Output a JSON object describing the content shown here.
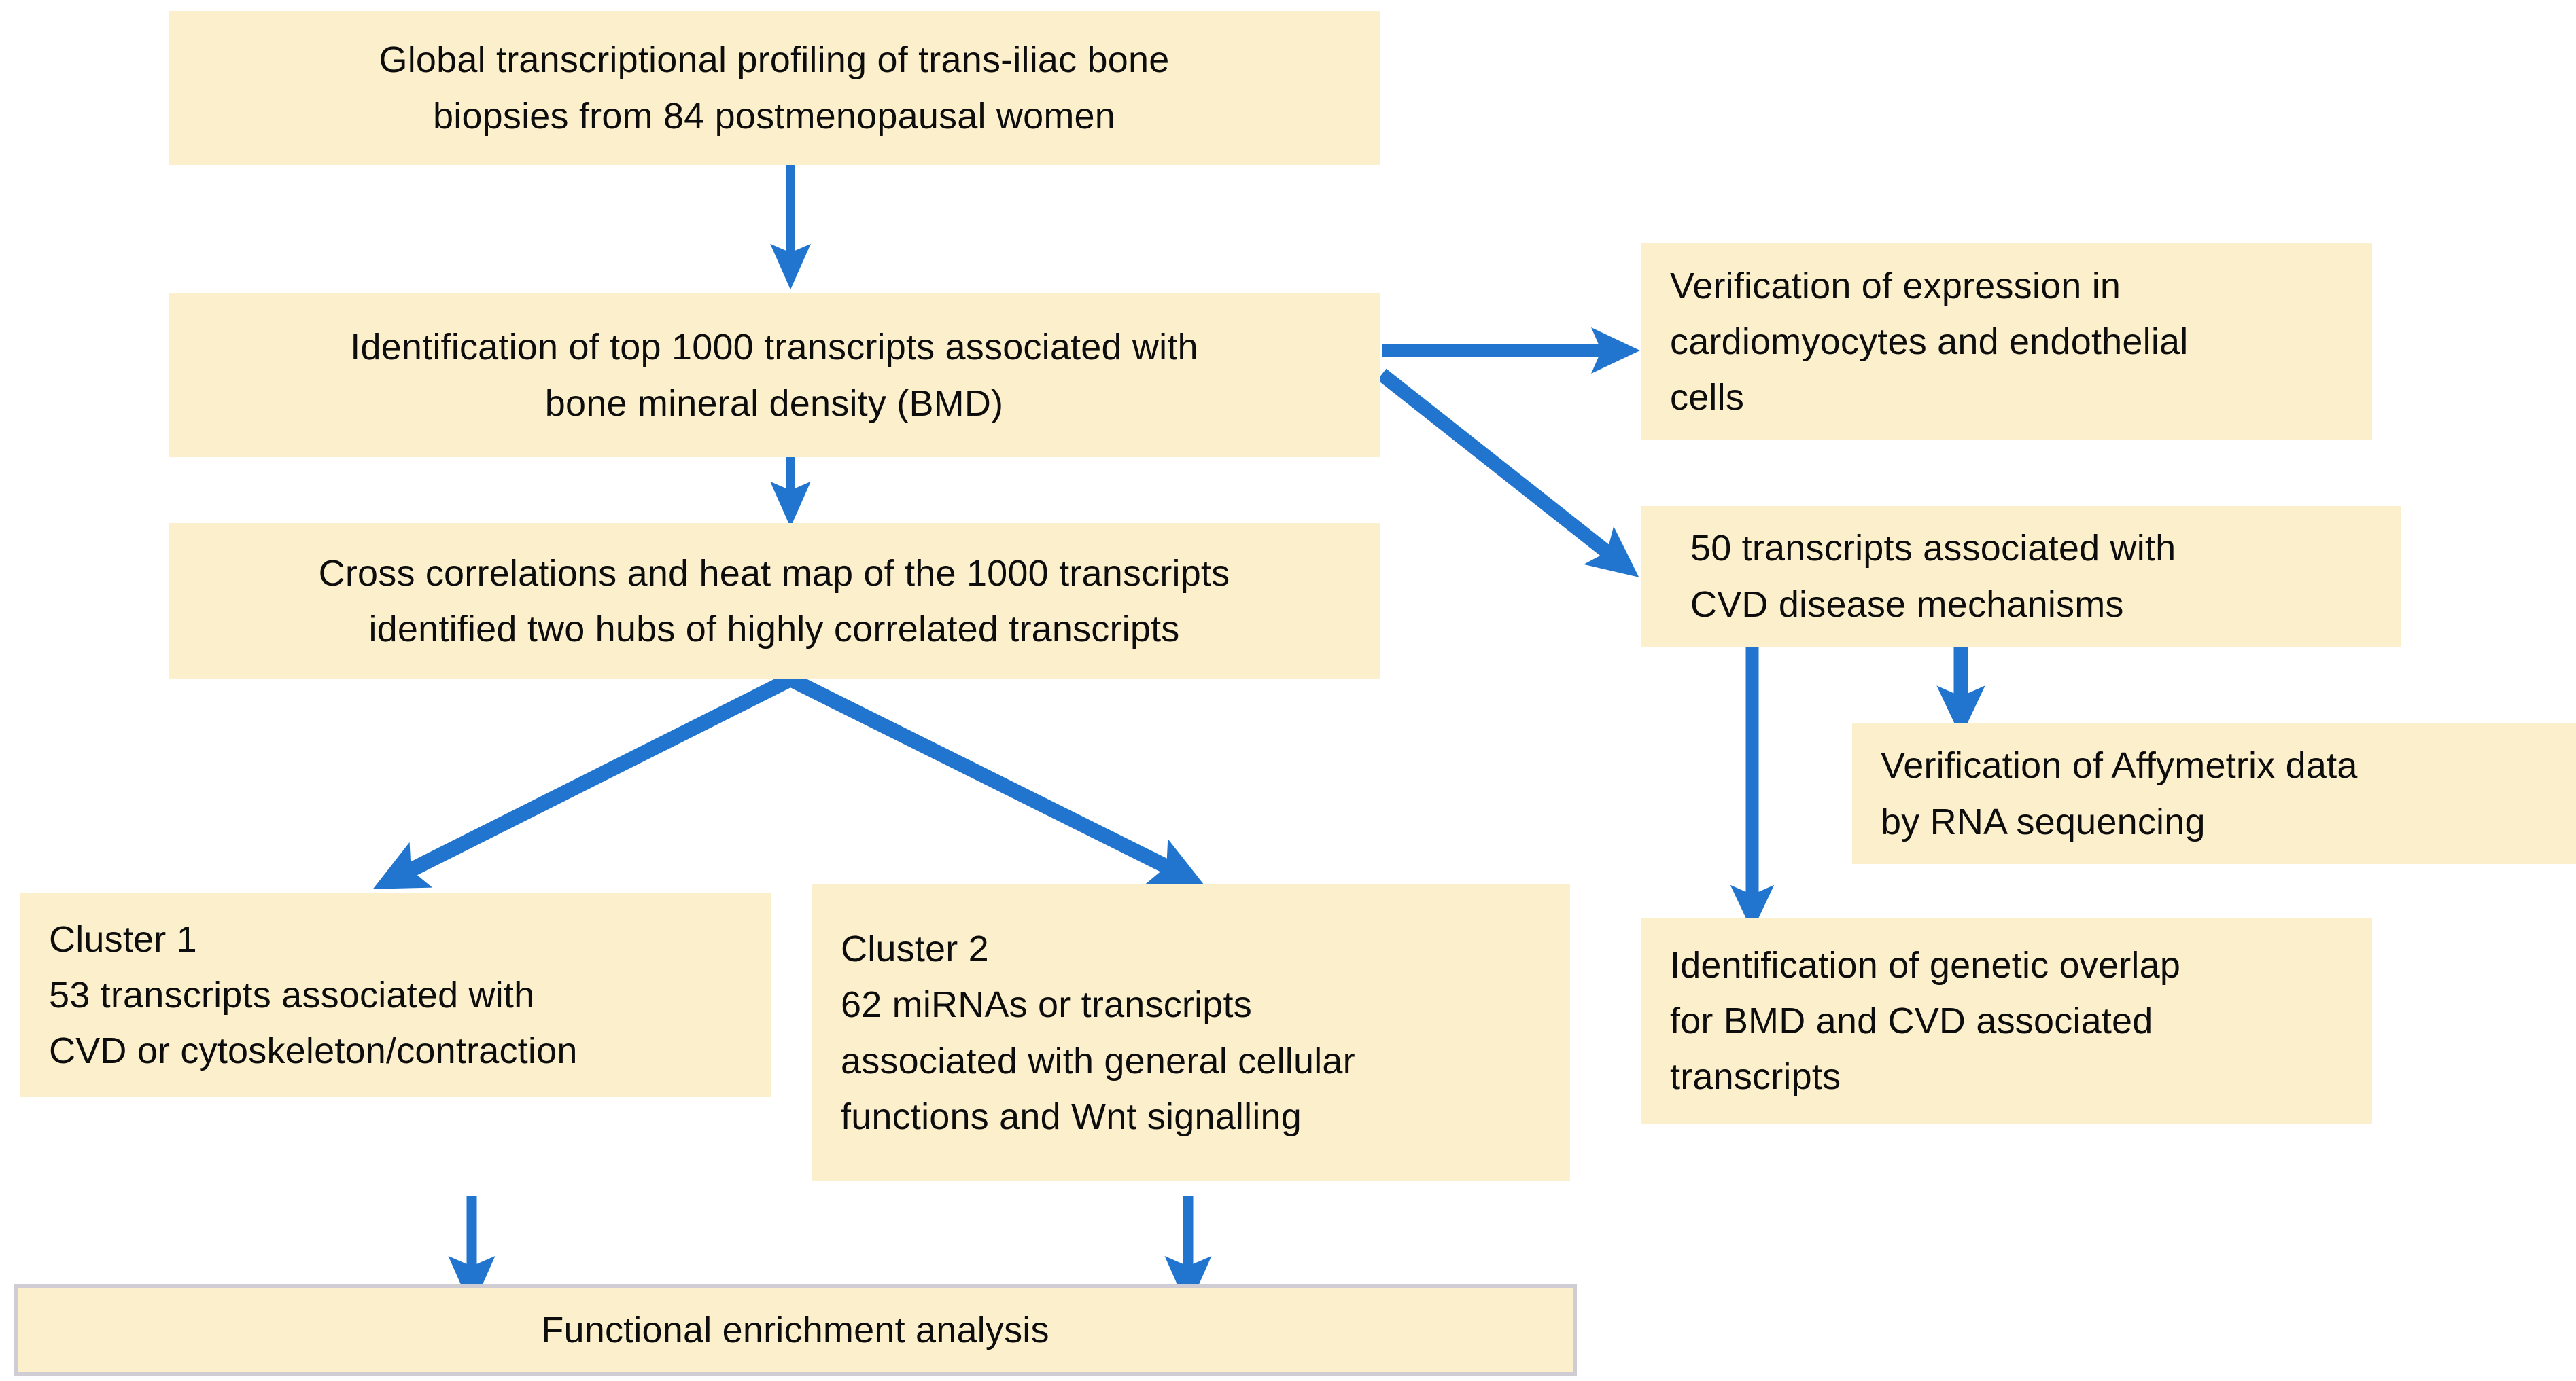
{
  "diagram": {
    "title": "Study workflow flowchart",
    "colors": {
      "node_fill": "#FCEFCB",
      "arrow": "#2175CE",
      "node_border_gray": "#CFCCD4",
      "text": "#0d0d0d",
      "background": "#FFFFFF"
    },
    "nodes": [
      {
        "id": "global-profiling",
        "lines": [
          "Global transcriptional profiling of trans-iliac bone",
          "biopsies from 84 postmenopausal women"
        ]
      },
      {
        "id": "identification-top-1000",
        "lines": [
          "Identification of top 1000 transcripts associated with",
          "bone mineral density (BMD)"
        ]
      },
      {
        "id": "cross-correlations",
        "lines": [
          "Cross correlations and heat map of the 1000 transcripts",
          "identified two hubs of highly correlated transcripts"
        ]
      },
      {
        "id": "verification-expression",
        "lines": [
          "Verification of expression in",
          "cardiomyocytes and endothelial",
          "cells"
        ]
      },
      {
        "id": "fifty-transcripts-cvd",
        "lines": [
          "50 transcripts associated with",
          "CVD disease mechanisms"
        ]
      },
      {
        "id": "verification-affymetrix",
        "lines": [
          "Verification of Affymetrix data",
          "by RNA sequencing"
        ]
      },
      {
        "id": "genetic-overlap",
        "lines": [
          "Identification of genetic overlap",
          "for BMD and CVD associated",
          "transcripts"
        ]
      },
      {
        "id": "cluster-1",
        "lines": [
          "Cluster 1",
          "53 transcripts associated with",
          "CVD or cytoskeleton/contraction"
        ]
      },
      {
        "id": "cluster-2",
        "lines": [
          "Cluster 2",
          "62 miRNAs or transcripts",
          "associated with general cellular",
          "functions and Wnt signalling"
        ]
      },
      {
        "id": "functional-enrichment",
        "lines": [
          "Functional enrichment analysis"
        ]
      }
    ],
    "edges": [
      {
        "id": "edge-profiling-to-identification",
        "from": "global-profiling",
        "to": "identification-top-1000",
        "style": "vertical-thin"
      },
      {
        "id": "edge-identification-to-cross",
        "from": "identification-top-1000",
        "to": "cross-correlations",
        "style": "vertical-thin"
      },
      {
        "id": "edge-identification-to-verification-expression",
        "from": "identification-top-1000",
        "to": "verification-expression",
        "style": "horizontal-thick"
      },
      {
        "id": "edge-identification-to-fifty-transcripts",
        "from": "identification-top-1000",
        "to": "fifty-transcripts-cvd",
        "style": "diagonal-thick"
      },
      {
        "id": "edge-cross-to-cluster-1",
        "from": "cross-correlations",
        "to": "cluster-1",
        "style": "diagonal-thick"
      },
      {
        "id": "edge-cross-to-cluster-2",
        "from": "cross-correlations",
        "to": "cluster-2",
        "style": "diagonal-thick"
      },
      {
        "id": "edge-fifty-to-affymetrix",
        "from": "fifty-transcripts-cvd",
        "to": "verification-affymetrix",
        "style": "vertical-thick"
      },
      {
        "id": "edge-fifty-to-genetic-overlap",
        "from": "fifty-transcripts-cvd",
        "to": "genetic-overlap",
        "style": "vertical-thick"
      },
      {
        "id": "edge-cluster-1-to-functional",
        "from": "cluster-1",
        "to": "functional-enrichment",
        "style": "vertical-thin"
      },
      {
        "id": "edge-cluster-2-to-functional",
        "from": "cluster-2",
        "to": "functional-enrichment",
        "style": "vertical-thin"
      }
    ]
  }
}
